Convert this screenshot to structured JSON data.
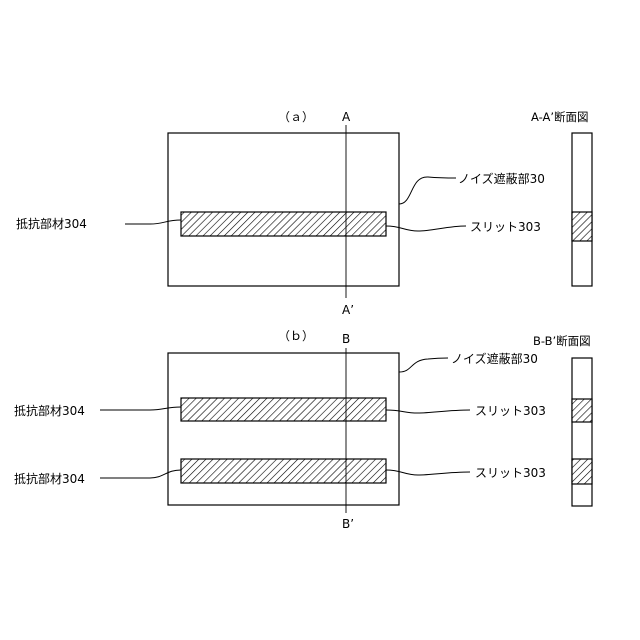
{
  "panel_a": {
    "label": "（ａ）",
    "section_top": "A",
    "section_bottom": "A’",
    "section_title": "A-A’断面図",
    "noise_label": "ノイズ遮蔽部30",
    "resist_label": "抵抗部材304",
    "slit_label": "スリット303"
  },
  "panel_b": {
    "label": "（ｂ）",
    "section_top": "B",
    "section_bottom": "B’",
    "section_title": "B-B’断面図",
    "noise_label": "ノイズ遮蔽部30",
    "resist_label_1": "抵抗部材304",
    "slit_label_1": "スリット303",
    "resist_label_2": "抵抗部材304",
    "slit_label_2": "スリット303"
  }
}
